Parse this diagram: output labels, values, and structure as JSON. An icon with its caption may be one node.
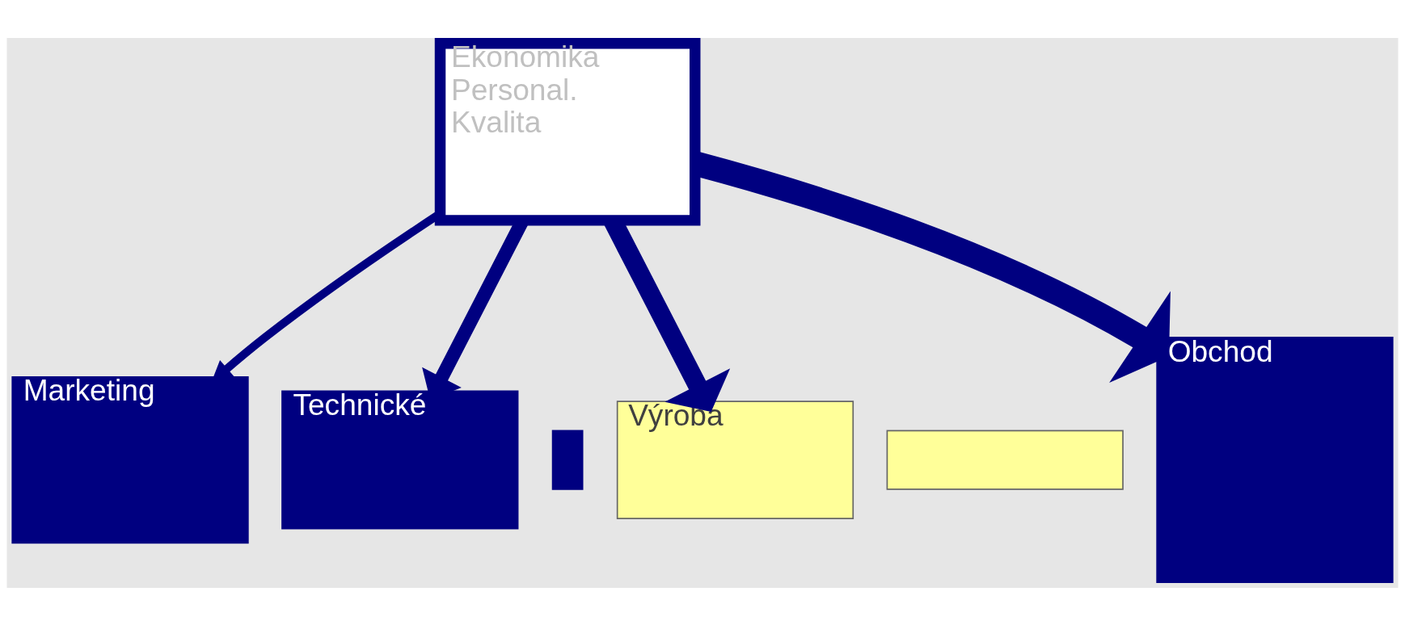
{
  "diagram": {
    "nodes": [
      {
        "text": [
          "Ekonomika",
          "Personal.",
          "Kvalita"
        ]
      },
      {
        "text": [
          "Marketing"
        ]
      },
      {
        "text": [
          "Technické"
        ]
      },
      {
        "text": [],
        "shape": "bar"
      },
      {
        "text": [
          "Výroba"
        ]
      },
      {
        "text": [],
        "shape": "box"
      },
      {
        "text": [
          "Obchod"
        ]
      }
    ],
    "edges": [
      {
        "from": 0,
        "to": 1,
        "arrow": "to"
      },
      {
        "from": 0,
        "to": 2,
        "arrow": "to"
      },
      {
        "from": 0,
        "to": 4,
        "arrow": "to"
      },
      {
        "from": 0,
        "to": 6,
        "arrow": "to"
      }
    ]
  }
}
